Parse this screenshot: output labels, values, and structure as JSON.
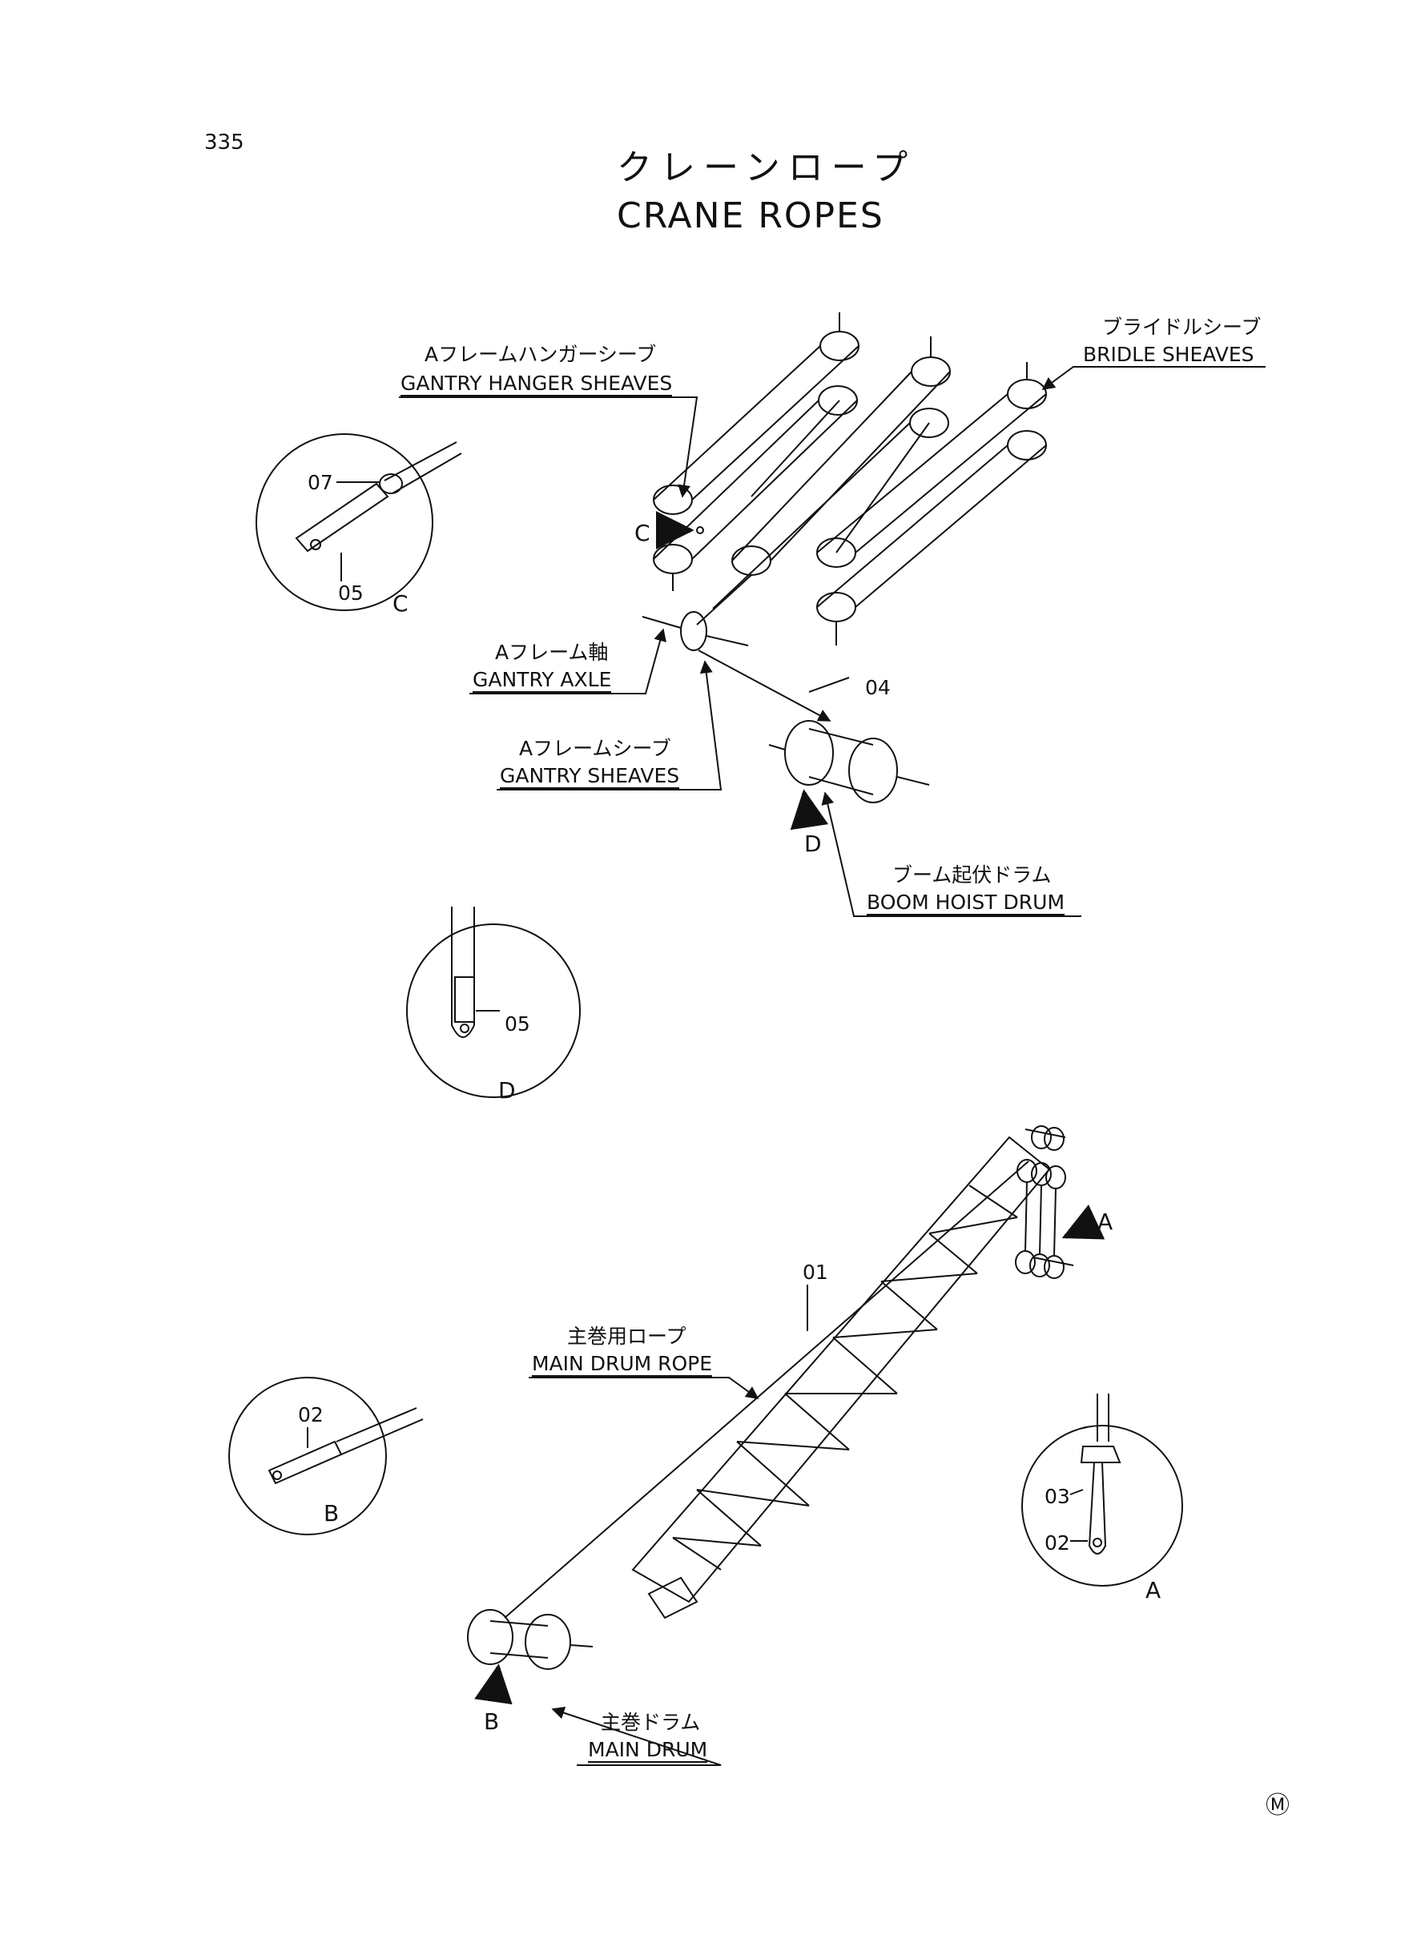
{
  "page_number": "335",
  "title": {
    "jp": "クレーンロープ",
    "en": "CRANE ROPES"
  },
  "labels": {
    "gantry_hanger_sheaves": {
      "jp": "Aフレームハンガーシーブ",
      "en": "GANTRY HANGER SHEAVES"
    },
    "bridle_sheaves": {
      "jp": "ブライドルシーブ",
      "en": "BRIDLE SHEAVES"
    },
    "gantry_axle": {
      "jp": "Aフレーム軸",
      "en": "GANTRY AXLE"
    },
    "gantry_sheaves": {
      "jp": "Aフレームシーブ",
      "en": "GANTRY SHEAVES"
    },
    "boom_hoist_drum": {
      "jp": "ブーム起伏ドラム",
      "en": "BOOM HOIST DRUM"
    },
    "main_drum_rope": {
      "jp": "主巻用ロープ",
      "en": "MAIN DRUM ROPE"
    },
    "main_drum": {
      "jp": "主巻ドラム",
      "en": "MAIN DRUM"
    }
  },
  "part_numbers": {
    "p01": "01",
    "p02_b": "02",
    "p02_a": "02",
    "p03": "03",
    "p04": "04",
    "p05_c": "05",
    "p05_d": "05",
    "p07": "07"
  },
  "view_letters": {
    "c_arrow": "C",
    "c_detail": "C",
    "d_arrow": "D",
    "d_detail": "D",
    "a_arrow": "A",
    "a_detail": "A",
    "b_arrow": "B",
    "b_detail": "B"
  },
  "footer_mark": "Ⓜ"
}
